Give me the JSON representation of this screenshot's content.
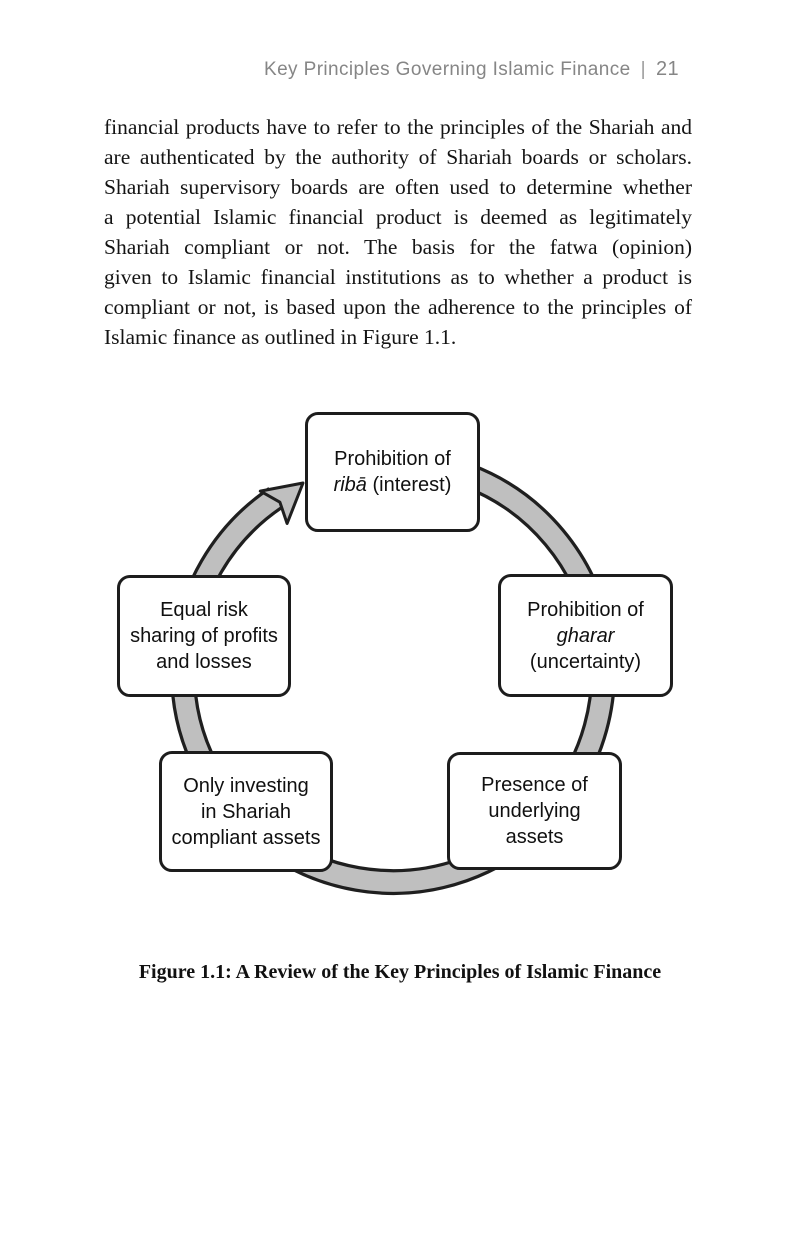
{
  "page": {
    "header": {
      "title": "Key Principles Governing Islamic Finance",
      "separator": "|",
      "page_number": "21"
    },
    "paragraph_lines": [
      "financial products have to refer to the principles of the Shariah and",
      "are authenticated by the authority of Shariah boards or scholars.",
      "Shariah supervisory boards are often used to determine whether",
      "a potential Islamic financial product is deemed as legitimately",
      "Shariah compliant or not. The basis for the fatwa (opinion)",
      "given to Islamic financial institutions as to whether a product is",
      "compliant or not, is based upon the adherence to the principles of",
      "Islamic finance as outlined in Figure 1.1."
    ],
    "diagram": {
      "boxes": {
        "riba": {
          "line1": "Prohibition of",
          "italic": "ribā",
          "after": " (interest)"
        },
        "gharar": {
          "line1": "Prohibition of",
          "italic": "gharar",
          "line3": "(uncertainty)"
        },
        "presence": {
          "lines": [
            "Presence of",
            "underlying",
            "assets"
          ]
        },
        "investing": {
          "lines": [
            "Only investing",
            "in Shariah",
            "compliant assets"
          ]
        },
        "equalrisk": {
          "lines": [
            "Equal risk",
            "sharing of profits",
            "and losses"
          ]
        }
      },
      "colors": {
        "band": "#bfbfbf",
        "outline": "#1f1f1f"
      }
    },
    "caption": "Figure 1.1: A Review of the Key Principles of Islamic Finance"
  }
}
